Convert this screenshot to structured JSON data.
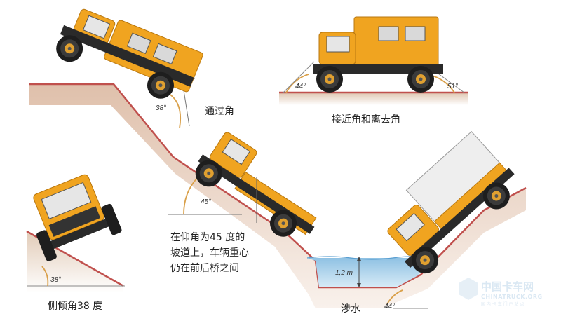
{
  "labels": {
    "crossing_angle": "通过角",
    "approach_departure": "接近角和离去角",
    "slope_note_line1": "在仰角为45 度的",
    "slope_note_line2": "坡道上，车辆重心",
    "slope_note_line3": "仍在前后桥之间",
    "side_tilt": "侧倾角38 度",
    "wading": "涉水"
  },
  "angles": {
    "crossing": "38°",
    "approach": "44°",
    "departure": "51°",
    "slope": "45°",
    "side": "38°",
    "wading_bank": "44°",
    "wading_depth": "1,2 m"
  },
  "watermark": {
    "name": "中国卡车网",
    "domain": "CHINATRUCK.ORG",
    "slogan": "国 内 卡 车 门 户 站 点"
  },
  "colors": {
    "truck_body": "#f0a420",
    "ground_line": "#c0504d",
    "ground_fill": "#c58c66",
    "water": "#8fc1e3"
  }
}
